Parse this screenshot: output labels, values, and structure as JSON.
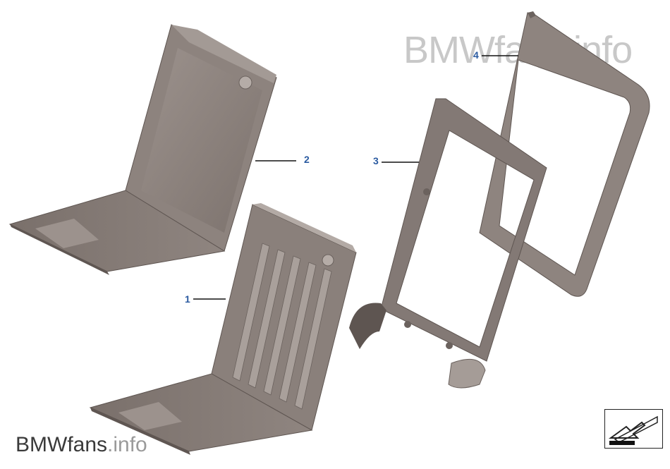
{
  "watermark": {
    "top_text": "BMWfans.info",
    "bottom_text_main": "BMWfans",
    "bottom_text_suffix": ".info"
  },
  "callouts": {
    "c1": "1",
    "c2": "2",
    "c3": "3",
    "c4": "4"
  },
  "icons": {
    "navigation": "arrow-to-ground-icon"
  },
  "colors": {
    "part_fill": "#8a7f7a",
    "part_dark": "#6b625e",
    "part_light": "#b0a7a2",
    "callout_text": "#2a5aa0",
    "watermark_light": "#c8c8c8"
  }
}
